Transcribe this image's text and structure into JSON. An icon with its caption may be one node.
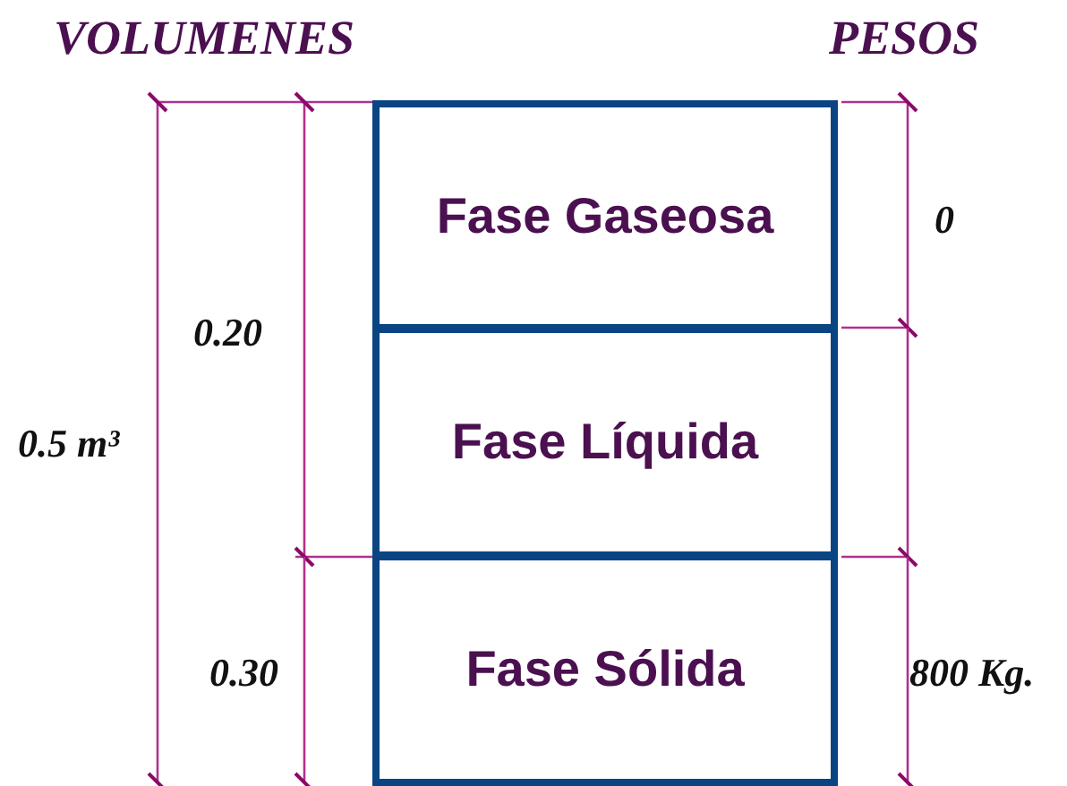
{
  "diagram": {
    "nodes": [
      {
        "text": [
          "Fase Gaseosa"
        ]
      },
      {
        "text": [
          "Fase Líquida"
        ]
      },
      {
        "text": [
          "Fase Sólida"
        ]
      }
    ],
    "edges": [],
    "labels": [
      "VOLUMENES",
      "PESOS",
      "0",
      "0.20",
      "0.5 m³",
      "0.30",
      "800 Kg."
    ]
  }
}
